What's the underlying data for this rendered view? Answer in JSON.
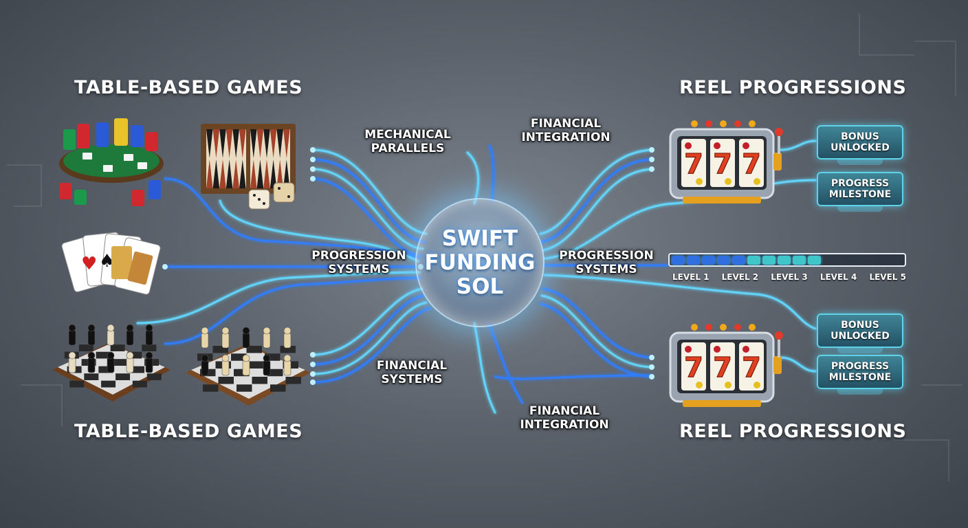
{
  "headings": {
    "top_left": "TABLE-BASED GAMES",
    "bottom_left": "TABLE-BASED GAMES",
    "top_right": "REEL PROGRESSIONS",
    "bottom_right": "REEL PROGRESSIONS"
  },
  "hub": {
    "text": "SWIFT\nFUNDING\nSOL"
  },
  "labels": {
    "mechanical": "MECHANICAL\nPARALLELS",
    "financial_integration_top": "FINANCIAL\nINTEGRATION",
    "progression_left": "PROGRESSION\nSYSTEMS",
    "progression_right": "PROGRESSION\nSYSTEMS",
    "financial_systems": "FINANCIAL\nSYSTEMS",
    "financial_integration_bottom": "FINANCIAL\nINTEGRATION"
  },
  "badges": {
    "bonus_top": "BONUS\nUNLOCKED",
    "milestone_top": "PROGRESS\nMILESTONE",
    "bonus_bottom": "BONUS\nUNLOCKED",
    "milestone_bottom": "PROGRESS\nMILESTONE"
  },
  "progress": {
    "levels": [
      "LEVEL 1",
      "LEVEL 2",
      "LEVEL 3",
      "LEVEL 4",
      "LEVEL 5"
    ],
    "filled_fraction": 0.63
  },
  "slot_symbols": {
    "reel_digit": "7"
  },
  "colors": {
    "line_blue": "#2f7dff",
    "line_cyan": "#63d8ff",
    "hub_glow": "#78c8ff",
    "badge_border": "#5fd3e8"
  }
}
